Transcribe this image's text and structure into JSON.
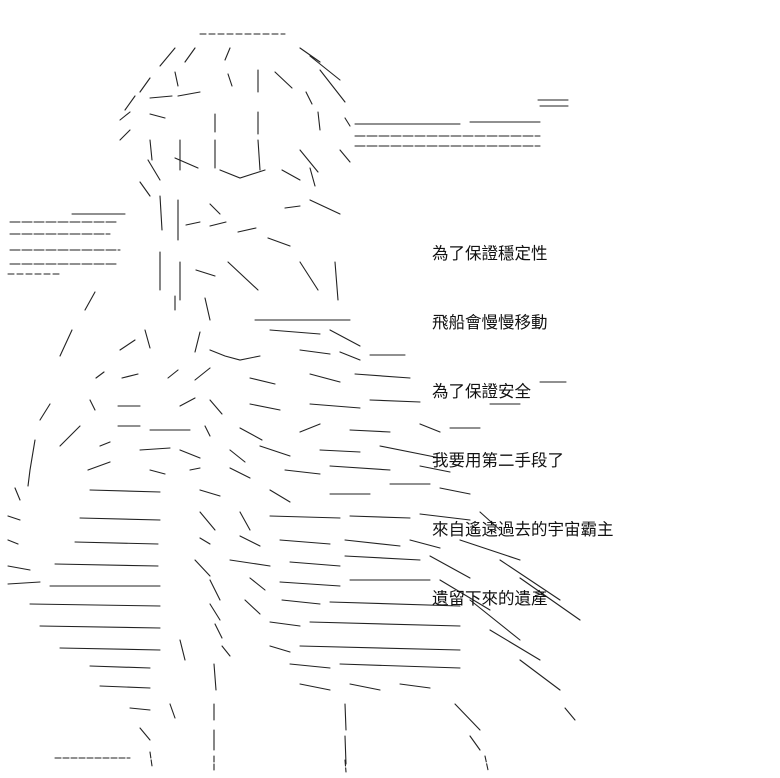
{
  "caption": {
    "lines": [
      "為了保證穩定性",
      "飛船會慢慢移動",
      "為了保證安全",
      "我要用第二手段了",
      "來自遙遠過去的宇宙霸主",
      "遺留下來的遺產"
    ]
  },
  "colors": {
    "background": "#ffffff",
    "ink": "#111111"
  }
}
